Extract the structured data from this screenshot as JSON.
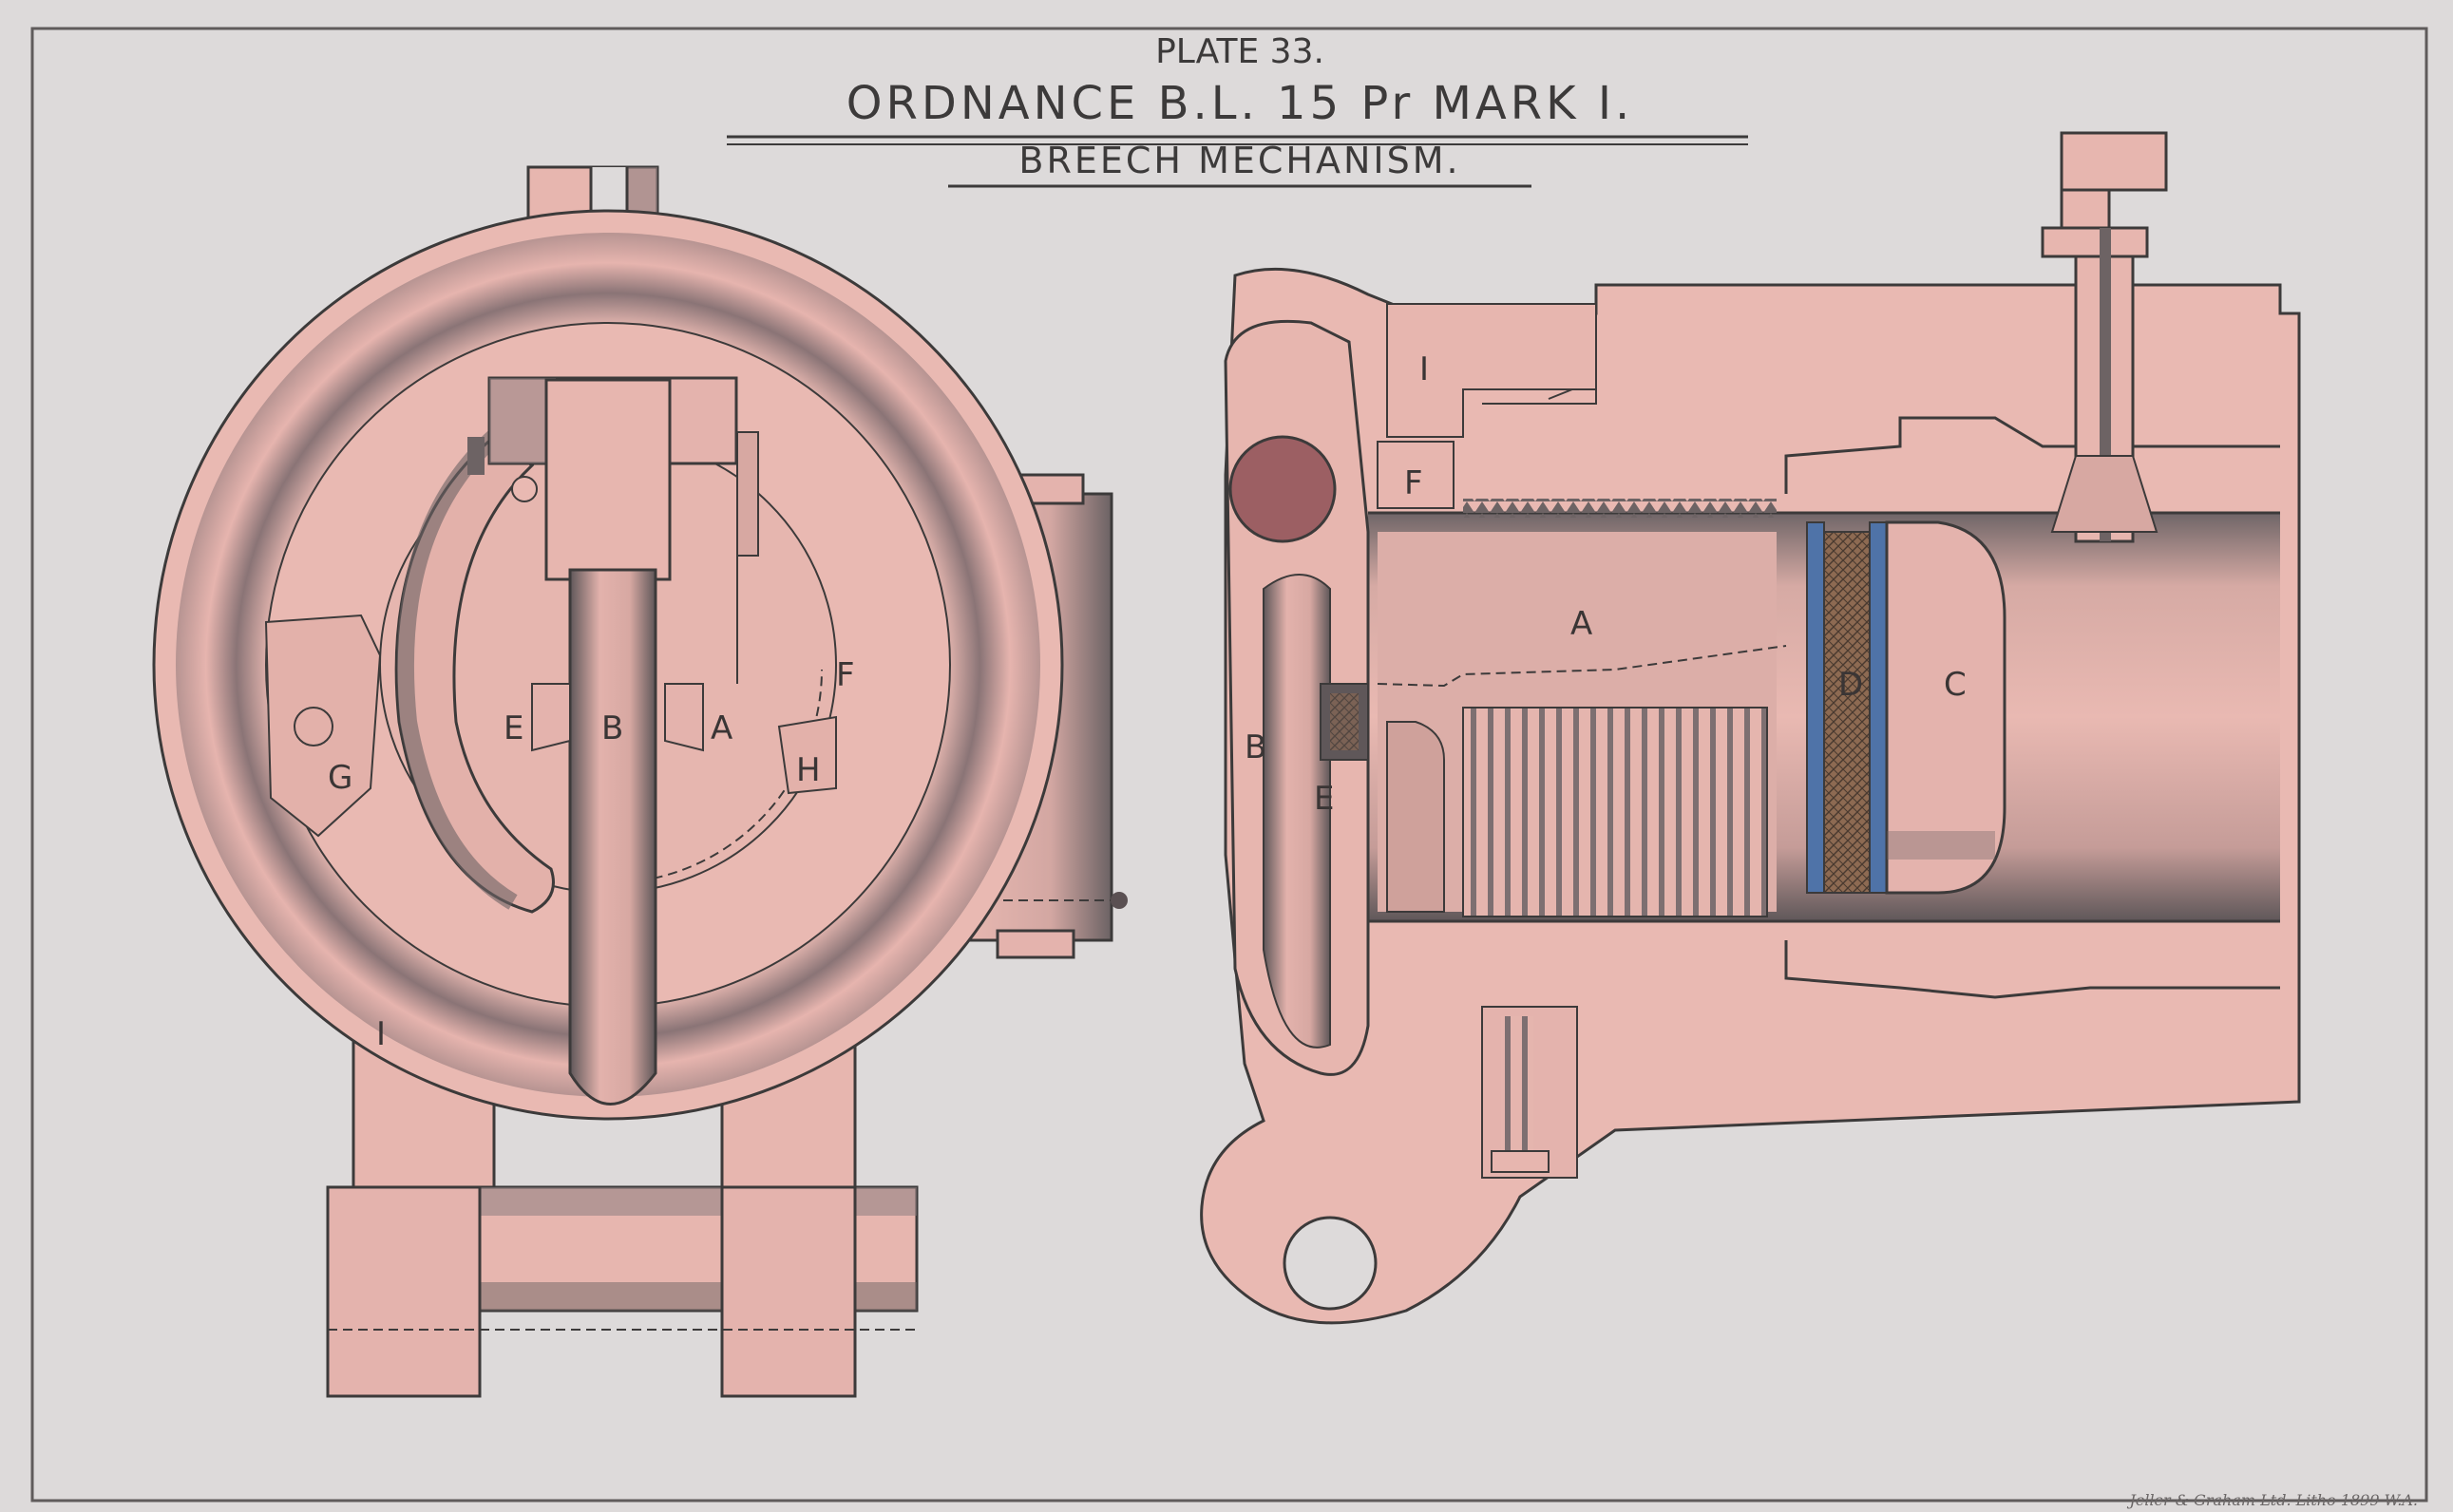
{
  "title": {
    "plate": "PLATE 33.",
    "main": "ORDNANCE B.L. 15 Pr MARK I.",
    "sub": "BREECH MECHANISM."
  },
  "labels_end_view": {
    "a": "A",
    "b": "B",
    "e": "E",
    "f": "F",
    "g": "G",
    "h": "H",
    "i": "I"
  },
  "labels_section_view": {
    "a": "A",
    "b": "B",
    "c": "C",
    "d": "D",
    "e": "E",
    "f": "F",
    "i": "I"
  },
  "imprint": "Jeller & Graham Ltd. Litho 1899 W.A.",
  "colors": {
    "paper": "#dddada",
    "metal_pink": "#e9b9b2",
    "shade": "#6d6364",
    "ink": "#3a3535",
    "pin_red": "#9c5f63",
    "pad_blue": "#4f73a8",
    "pad_brown": "#8d6a52"
  }
}
